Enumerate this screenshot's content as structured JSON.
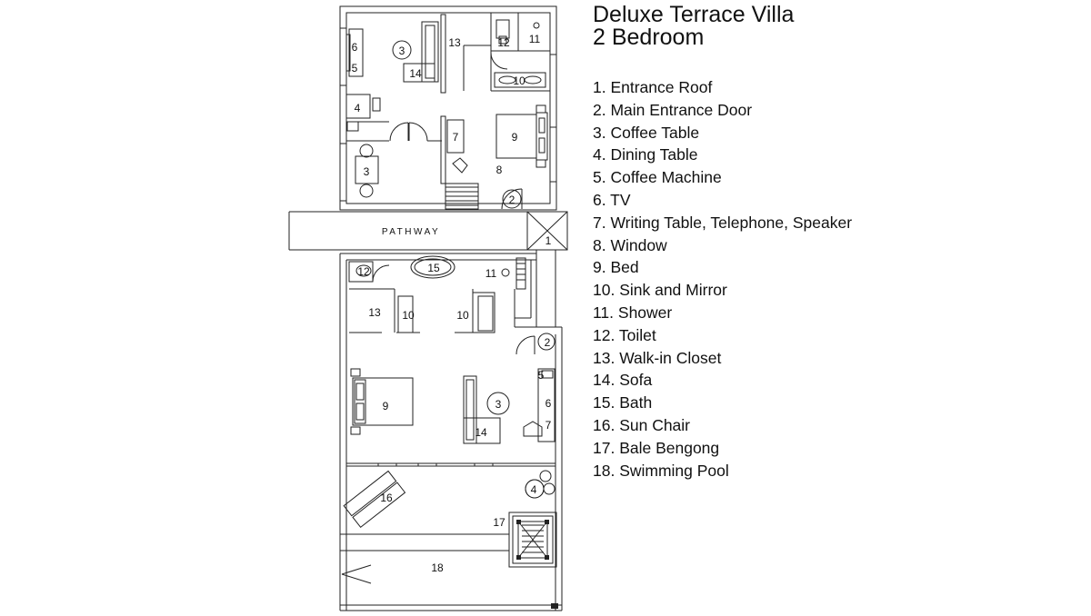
{
  "title": {
    "line1": "Deluxe Terrace Villa",
    "line2": "2 Bedroom"
  },
  "pathway_label": "PATHWAY",
  "legend": [
    "1. Entrance Roof",
    "2. Main Entrance Door",
    "3. Coffee Table",
    "4. Dining Table",
    "5. Coffee Machine",
    "6. TV",
    "7. Writing Table, Telephone, Speaker",
    "8. Window",
    "9. Bed",
    "10. Sink and Mirror",
    "11. Shower",
    "12. Toilet",
    "13. Walk-in Closet",
    "14. Sofa",
    "15. Bath",
    "16. Sun Chair",
    "17. Bale Bengong",
    "18. Swimming Pool"
  ],
  "markers": {
    "top": {
      "tv": "6",
      "coffee_machine": "5",
      "coffee_table_1": "3",
      "sofa": "14",
      "closet": "13",
      "toilet": "12",
      "shower": "11",
      "sink": "10",
      "dining": "4",
      "writing": "7",
      "bed": "9",
      "window": "8",
      "coffee_table_2": "3",
      "door": "2"
    },
    "roof": "1",
    "bottom": {
      "toilet": "12",
      "bath": "15",
      "shower": "11",
      "closet": "13",
      "sink_1": "10",
      "sink_2": "10",
      "door": "2",
      "coffee_machine": "5",
      "bed": "9",
      "coffee_table": "3",
      "tv": "6",
      "writing": "7",
      "sofa": "14",
      "dining": "4",
      "sun_chair": "16",
      "bale": "17",
      "pool": "18"
    }
  }
}
